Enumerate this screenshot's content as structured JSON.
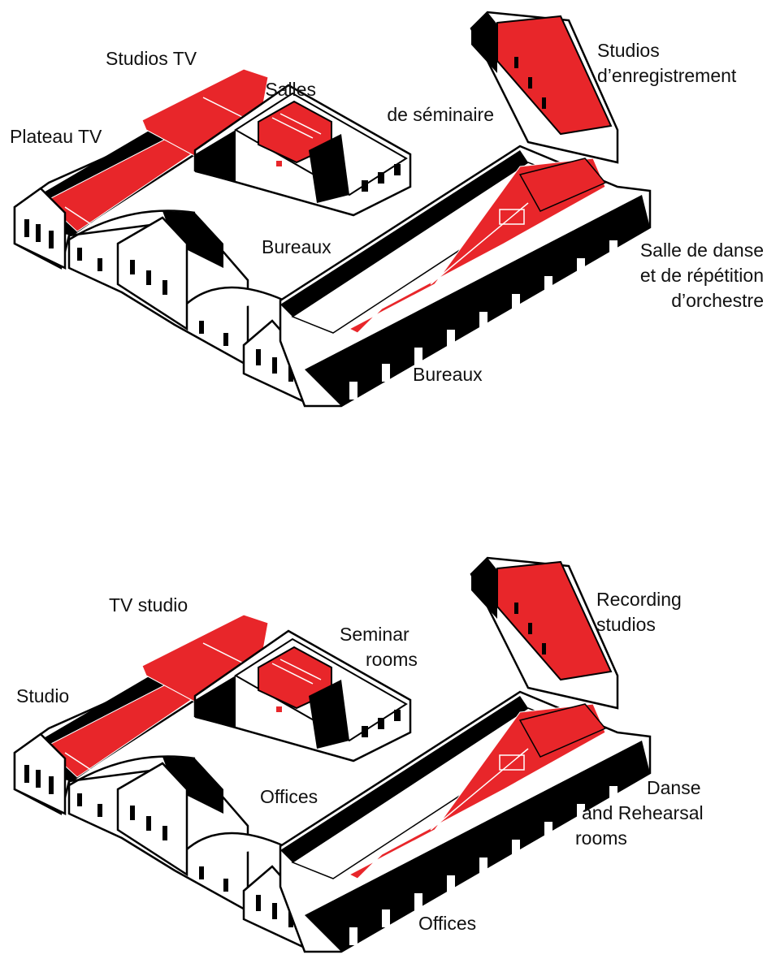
{
  "colors": {
    "accent": "#e8262a",
    "ink": "#000000",
    "paper": "#ffffff"
  },
  "diagram_fr": {
    "labels": {
      "plateau_tv": "Plateau TV",
      "studios_tv": "Studios TV",
      "salles_seminaire": [
        "Salles",
        "de séminaire"
      ],
      "studios_enregistrement": [
        "Studios",
        "d’enregistrement"
      ],
      "bureaux_top": "Bureaux",
      "salle_danse": [
        "Salle de danse",
        "et de répétition",
        "d’orchestre"
      ],
      "bureaux_bottom": "Bureaux"
    }
  },
  "diagram_en": {
    "labels": {
      "studio": "Studio",
      "tv_studio": "TV studio",
      "seminar_rooms": [
        "Seminar",
        "rooms"
      ],
      "recording_studios": [
        "Recording",
        "studios"
      ],
      "offices_top": "Offices",
      "danse_rooms": [
        "Danse",
        "and Rehearsal",
        "rooms"
      ],
      "offices_bottom": "Offices"
    }
  }
}
